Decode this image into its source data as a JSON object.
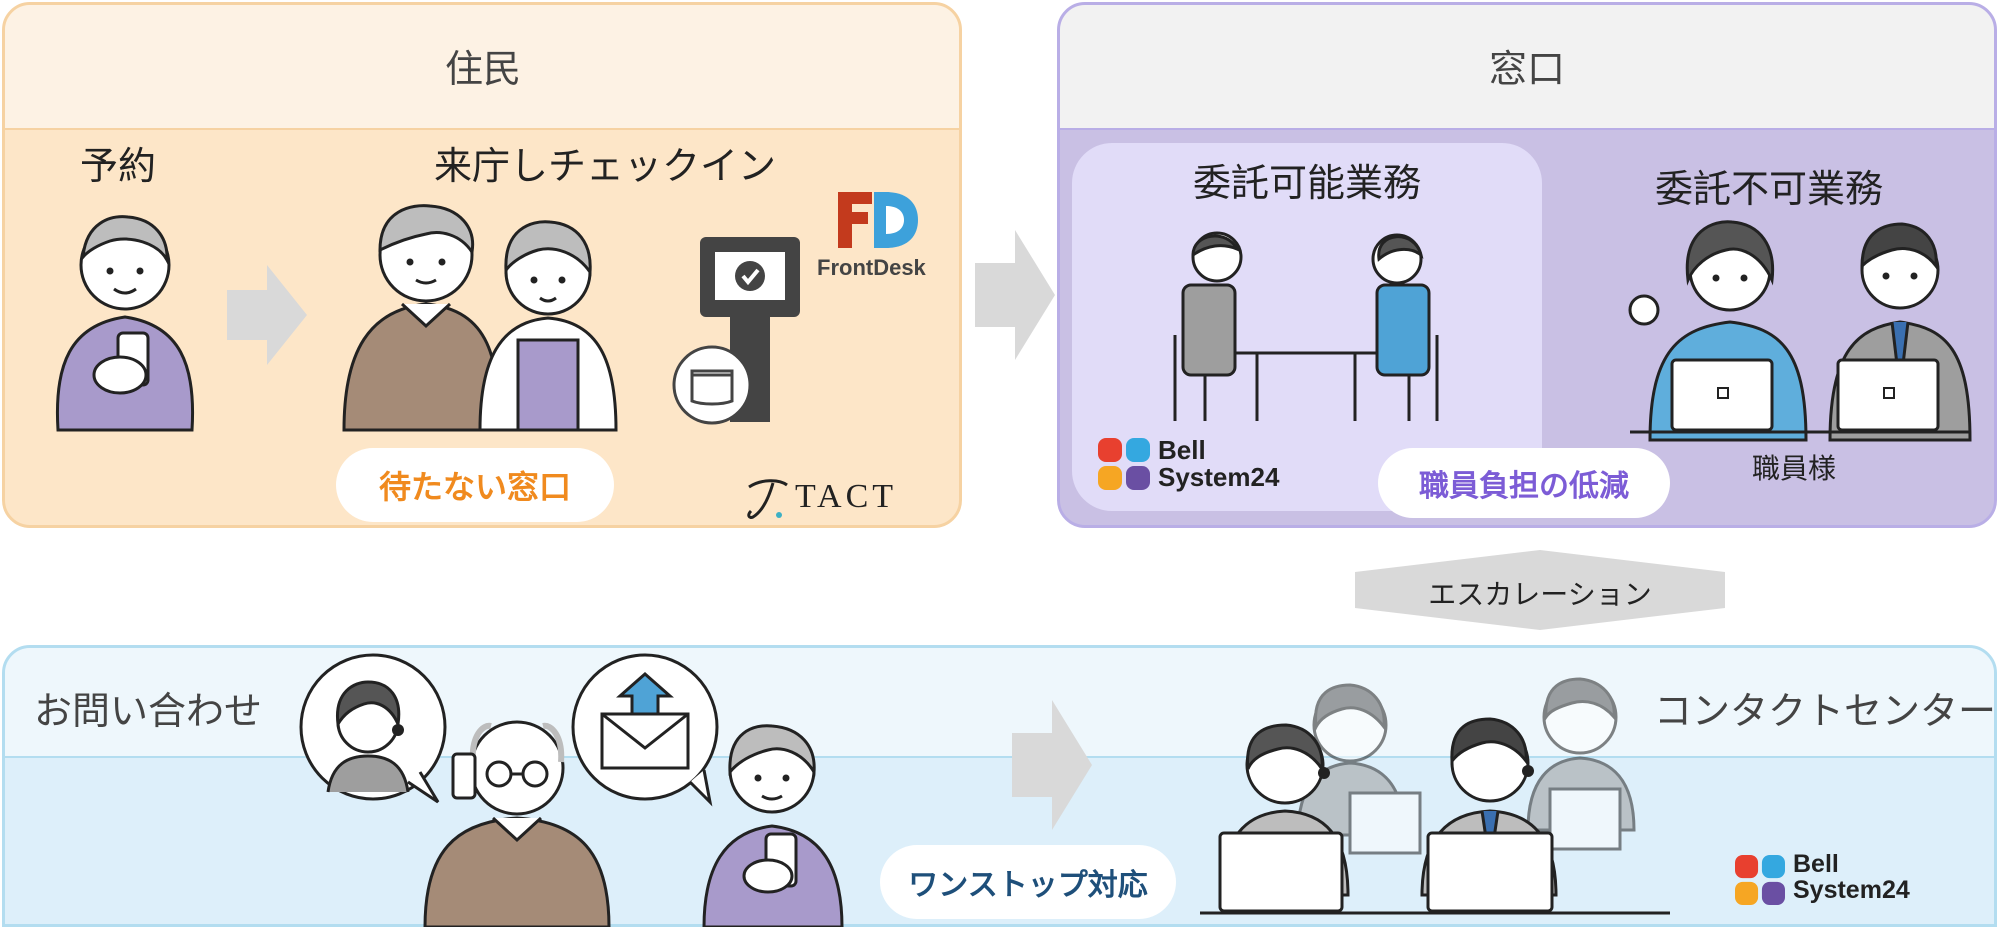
{
  "colors": {
    "resident_bg": "#FDE6C8",
    "resident_header": "#FDF2E4",
    "resident_border": "#F6D2A2",
    "counter_bg": "#C9C0E4",
    "counter_header": "#F2F2F2",
    "counter_inner": "#E1DCF8",
    "counter_border": "#B9AEE6",
    "contact_bg": "#DDEFFA",
    "contact_header": "#EEF7FC",
    "contact_border": "#B3DDF0",
    "orange_accent": "#F08A1E",
    "purple_accent": "#7C5CD6",
    "navy_accent": "#1E4F7A",
    "arrow_gray": "#D9D9D9"
  },
  "resident": {
    "title": "住民",
    "reserve_label": "予約",
    "checkin_label": "来庁しチェックイン",
    "highlight": "待たない窓口",
    "frontdesk_logo_text": "FrontDesk",
    "frontdesk_logo_mark": "FD",
    "tact_logo_text": "TACT"
  },
  "counter": {
    "title": "窓口",
    "outsourceable_label": "委託可能業務",
    "non_outsourceable_label": "委託不可業務",
    "staff_label": "職員様",
    "highlight": "職員負担の低減",
    "bell_logo_line1": "Bell",
    "bell_logo_line2": "System24"
  },
  "escalation": {
    "label": "エスカレーション"
  },
  "contact": {
    "inquiry_label": "お問い合わせ",
    "center_label": "コンタクトセンター",
    "highlight": "ワンストップ対応",
    "bell_logo_line1": "Bell",
    "bell_logo_line2": "System24"
  },
  "icons": {
    "flow_arrows": "right-arrow-icon",
    "kiosk": "checkin-kiosk-icon",
    "receipt": "ticket-icon",
    "mail": "mail-upload-icon",
    "headset": "headset-icon",
    "laptop": "laptop-icon"
  }
}
